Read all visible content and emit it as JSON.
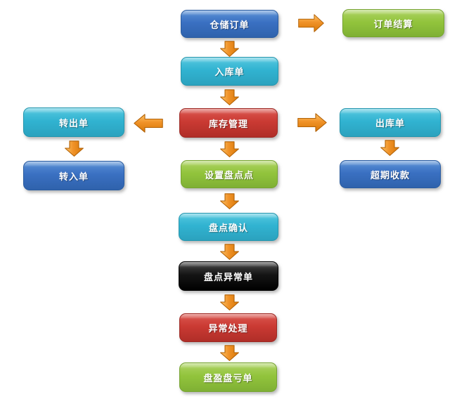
{
  "diagram": {
    "background_color": "#FFFFFF",
    "arrow_color": "#F09228",
    "palette": {
      "blue": "#3A70C2",
      "cyan": "#31B3D1",
      "red": "#CA3A33",
      "green": "#92C43C",
      "black": "#151515"
    },
    "nodes": {
      "warehouse_order": {
        "label": "仓储订单",
        "color": "blue"
      },
      "order_settlement": {
        "label": "订单结算",
        "color": "green"
      },
      "inbound_order": {
        "label": "入库单",
        "color": "cyan"
      },
      "inventory_management": {
        "label": "库存管理",
        "color": "red"
      },
      "transfer_out_order": {
        "label": "转出单",
        "color": "cyan"
      },
      "transfer_in_order": {
        "label": "转入单",
        "color": "blue"
      },
      "outbound_order": {
        "label": "出库单",
        "color": "cyan"
      },
      "overdue_collection": {
        "label": "超期收款",
        "color": "blue"
      },
      "set_stocktake_points": {
        "label": "设置盘点点",
        "color": "green"
      },
      "stocktake_confirm": {
        "label": "盘点确认",
        "color": "cyan"
      },
      "stocktake_exception": {
        "label": "盘点异常单",
        "color": "black"
      },
      "exception_handling": {
        "label": "异常处理",
        "color": "red"
      },
      "gain_loss_order": {
        "label": "盘盈盘亏单",
        "color": "green"
      }
    },
    "edges": [
      {
        "from": "仓储订单",
        "to": "订单结算",
        "direction": "right"
      },
      {
        "from": "仓储订单",
        "to": "入库单",
        "direction": "down"
      },
      {
        "from": "入库单",
        "to": "库存管理",
        "direction": "down"
      },
      {
        "from": "库存管理",
        "to": "转出单",
        "direction": "left"
      },
      {
        "from": "库存管理",
        "to": "出库单",
        "direction": "right"
      },
      {
        "from": "转出单",
        "to": "转入单",
        "direction": "down"
      },
      {
        "from": "出库单",
        "to": "超期收款",
        "direction": "down"
      },
      {
        "from": "库存管理",
        "to": "设置盘点点",
        "direction": "down"
      },
      {
        "from": "设置盘点点",
        "to": "盘点确认",
        "direction": "down"
      },
      {
        "from": "盘点确认",
        "to": "盘点异常单",
        "direction": "down"
      },
      {
        "from": "盘点异常单",
        "to": "异常处理",
        "direction": "down"
      },
      {
        "from": "异常处理",
        "to": "盘盈盘亏单",
        "direction": "down"
      }
    ]
  }
}
